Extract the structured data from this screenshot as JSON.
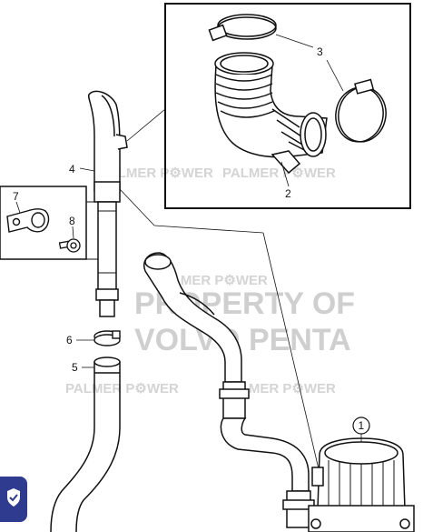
{
  "callouts": {
    "c1": "1",
    "c2": "2",
    "c3": "3",
    "c4": "4",
    "c5": "5",
    "c6": "6",
    "c7": "7",
    "c8": "8"
  },
  "watermark": {
    "brand": "PALMER P⚙WER",
    "line1": "PROPERTY OF",
    "line2": "VOLVO PENTA"
  },
  "colors": {
    "badge": "#2e3b8f",
    "line": "#1a1a1a",
    "watermark": "#cfcfcf"
  },
  "badge_icon": "shield-check-icon"
}
